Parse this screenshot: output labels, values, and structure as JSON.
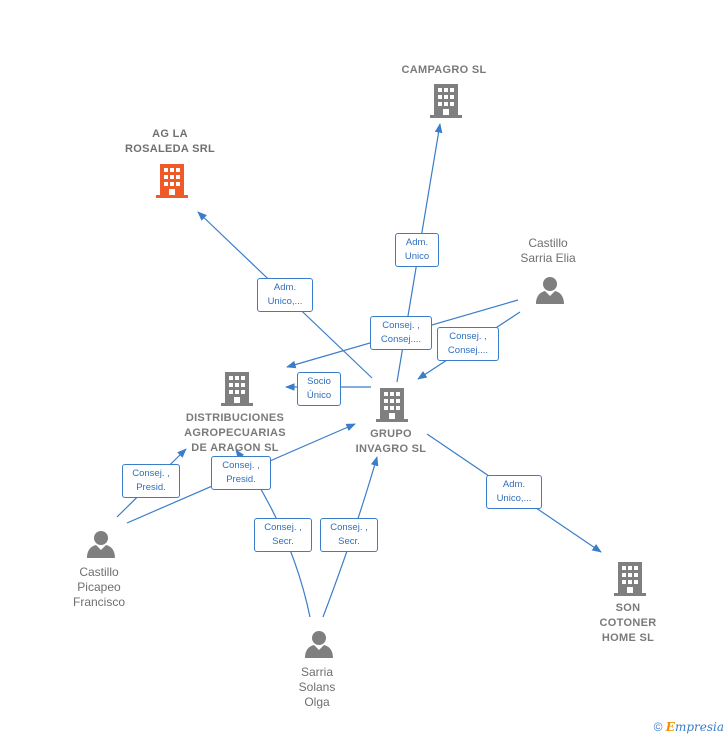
{
  "nodes": {
    "campagro": {
      "label": "CAMPAGRO  SL",
      "type": "company"
    },
    "ag_rosaleda": {
      "label": "AG LA\nROSALEDA SRL",
      "type": "company",
      "highlight": true
    },
    "castillo_sarria": {
      "label": "Castillo\nSarria Elia",
      "type": "person"
    },
    "distribuciones": {
      "label": "DISTRIBUCIONES\nAGROPECUARIAS\nDE ARAGON SL",
      "type": "company"
    },
    "grupo_invagro": {
      "label": "GRUPO\nINVAGRO  SL",
      "type": "company"
    },
    "castillo_picapeo": {
      "label": "Castillo\nPicapeo\nFrancisco",
      "type": "person"
    },
    "son_cotoner": {
      "label": "SON\nCOTONER\nHOME  SL",
      "type": "company"
    },
    "sarria_solans": {
      "label": "Sarria\nSolans\nOlga",
      "type": "person"
    }
  },
  "edges": [
    {
      "id": "e1",
      "label": "Adm.\nUnico"
    },
    {
      "id": "e2",
      "label": "Adm.\nUnico,..."
    },
    {
      "id": "e3",
      "label": "Consej. ,\nConsej...."
    },
    {
      "id": "e4",
      "label": "Consej. ,\nConsej...."
    },
    {
      "id": "e5",
      "label": "Socio\nÚnico"
    },
    {
      "id": "e6",
      "label": "Consej. ,\nPresid."
    },
    {
      "id": "e7",
      "label": "Consej. ,\nPresid."
    },
    {
      "id": "e8",
      "label": "Consej. ,\nSecr."
    },
    {
      "id": "e9",
      "label": "Consej. ,\nSecr."
    },
    {
      "id": "e10",
      "label": "Adm.\nUnico,..."
    }
  ],
  "colors": {
    "edge": "#3a7dc9",
    "company_icon": "#7f7f7f",
    "highlight_icon": "#f05a28",
    "person_icon": "#7f7f7f"
  },
  "footer": {
    "copyright": "©",
    "brand_first": "E",
    "brand_rest": "mpresia"
  }
}
